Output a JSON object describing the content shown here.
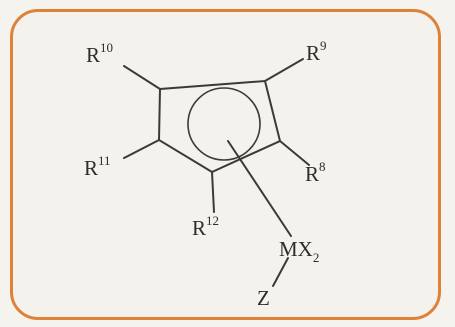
{
  "labels": {
    "r10": {
      "base": "R",
      "sup": "10"
    },
    "r9": {
      "base": "R",
      "sup": "9"
    },
    "r11": {
      "base": "R",
      "sup": "11"
    },
    "r8": {
      "base": "R",
      "sup": "8"
    },
    "r12": {
      "base": "R",
      "sup": "12"
    },
    "metal": {
      "base": "MX",
      "sub": "2"
    },
    "z": "Z"
  },
  "colors": {
    "frame_border": "#e0813a",
    "background": "#f3f2ec",
    "ink": "#3a3a3a"
  }
}
